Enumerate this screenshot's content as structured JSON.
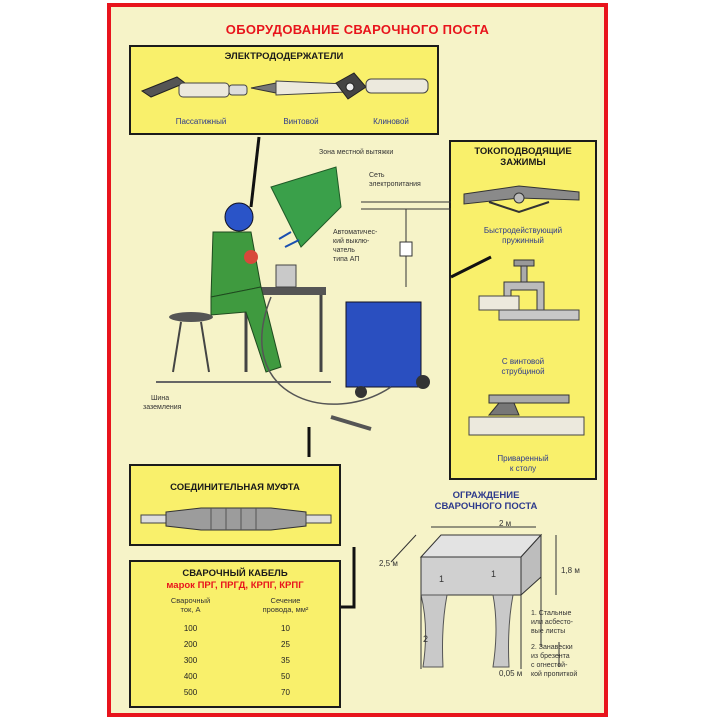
{
  "title": "ОБОРУДОВАНИЕ СВАРОЧНОГО ПОСТА",
  "holders": {
    "heading": "ЭЛЕКТРОДОДЕРЖАТЕЛИ",
    "items": [
      "Пассатижный",
      "Винтовой",
      "Клиновой"
    ]
  },
  "clamps": {
    "heading_line1": "ТОКОПОДВОДЯЩИЕ",
    "heading_line2": "ЗАЖИМЫ",
    "items": [
      {
        "line1": "Быстродействующий",
        "line2": "пружинный"
      },
      {
        "line1": "С винтовой",
        "line2": "струбциной"
      },
      {
        "line1": "Приваренный",
        "line2": "к столу"
      }
    ]
  },
  "scene": {
    "exhaust_label": "Зона местной вытяжки",
    "network_line1": "Сеть",
    "network_line2": "электропитания",
    "breaker_line1": "Автоматичес-",
    "breaker_line2": "кий выклю-",
    "breaker_line3": "чатель",
    "breaker_line4": "типа АП",
    "ground_line1": "Шина",
    "ground_line2": "заземления"
  },
  "coupling": {
    "heading": "СОЕДИНИТЕЛЬНАЯ МУФТА"
  },
  "cable": {
    "heading": "СВАРОЧНЫЙ КАБЕЛЬ",
    "subheading": "марок ПРГ, ПРГД, КРПГ, КРПГ",
    "col1_line1": "Сварочный",
    "col1_line2": "ток, А",
    "col2_line1": "Сечение",
    "col2_line2": "провода, мм²",
    "rows": [
      [
        "100",
        "10"
      ],
      [
        "200",
        "25"
      ],
      [
        "300",
        "35"
      ],
      [
        "400",
        "50"
      ],
      [
        "500",
        "70"
      ]
    ]
  },
  "fence": {
    "heading_line1": "ОГРАЖДЕНИЕ",
    "heading_line2": "СВАРОЧНОГО ПОСТА",
    "dim_width": "2 м",
    "dim_length": "2,5 м",
    "dim_height": "1,8 м",
    "dim_gap": "0,05 м",
    "mark1": "1",
    "mark2": "2",
    "note1_line1": "1. Стальные",
    "note1_line2": "или асбесто-",
    "note1_line3": "вые листы",
    "note2_line1": "2. Занавески",
    "note2_line2": "из брезента",
    "note2_line3": "с огнестой-",
    "note2_line4": "кой пропиткой"
  },
  "colors": {
    "border": "#e8141c",
    "panel": "#f9f06b",
    "background": "#f6f3c8",
    "label": "#2d3a8c"
  }
}
